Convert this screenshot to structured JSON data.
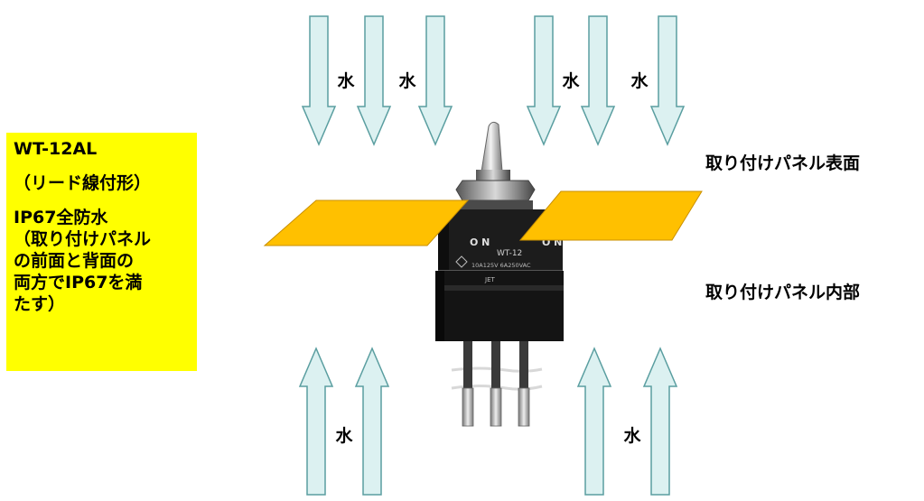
{
  "info_box": {
    "model": "WT-12AL",
    "type": "（リード線付形）",
    "spec_lines": [
      "IP67全防水",
      "（取り付けパネル",
      "の前面と背面の",
      "両方でIP67を満",
      "たす）"
    ]
  },
  "labels": {
    "panel_surface": "取り付けパネル表面",
    "panel_inside": "取り付けパネル内部"
  },
  "water_label": "水",
  "switch": {
    "marking_on_left": "O N",
    "marking_on_right": "O N",
    "model_marking": "WT-12",
    "rating": "10A125V 6A250VAC",
    "cert": "JET"
  },
  "colors": {
    "arrow_fill": "#dcf1f1",
    "arrow_stroke": "#5a9ea0",
    "panel_fill": "#ffc000",
    "info_bg": "#ffff00"
  }
}
